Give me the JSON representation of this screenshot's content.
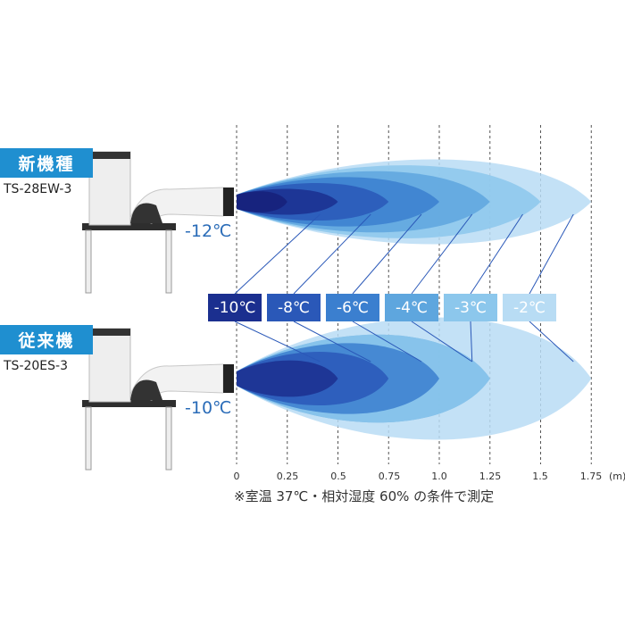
{
  "new_model": {
    "badge": "新機種",
    "model": "TS-28EW-3",
    "outlet_temp": "-12℃",
    "reach_m": {
      "-12": 0.25,
      "-10": 0.5,
      "-8": 0.75,
      "-6": 1.0,
      "-4": 1.25,
      "-3": 1.5,
      "-2": 1.75
    }
  },
  "old_model": {
    "badge": "従来機",
    "model": "TS-20ES-3",
    "outlet_temp": "-10℃",
    "reach_m": {
      "-10": 0.5,
      "-8": 0.75,
      "-6": 1.0,
      "-4": 1.25,
      "-3": 1.25,
      "-2": 1.75
    }
  },
  "legend": [
    {
      "label": "-10℃",
      "color": "#1b2f8f"
    },
    {
      "label": "-8℃",
      "color": "#2a58b8"
    },
    {
      "label": "-6℃",
      "color": "#3b7fcf"
    },
    {
      "label": "-4℃",
      "color": "#5ea6de"
    },
    {
      "label": "-3℃",
      "color": "#8cc7ec"
    },
    {
      "label": "-2℃",
      "color": "#b8dcf4"
    }
  ],
  "axis": {
    "ticks": [
      "0",
      "0.25",
      "0.5",
      "0.75",
      "1.0",
      "1.25",
      "1.5",
      "1.75"
    ],
    "unit": "(m)"
  },
  "note": "※室温 37℃・相対湿度 60% の条件で測定"
}
